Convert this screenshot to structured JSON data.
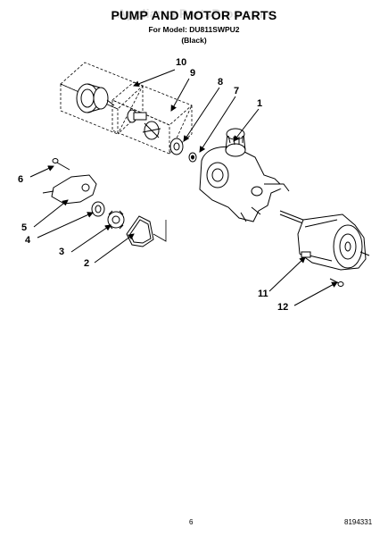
{
  "header": {
    "watermark": "AppliancePartsPros.com",
    "title": "PUMP AND MOTOR PARTS",
    "model_line": "For Model: DU811SWPU2",
    "color_line": "(Black)"
  },
  "callouts": [
    "10",
    "9",
    "8",
    "7",
    "1",
    "6",
    "5",
    "4",
    "3",
    "2",
    "11",
    "12"
  ],
  "footer": {
    "page_number": "6",
    "doc_number": "8194331"
  }
}
